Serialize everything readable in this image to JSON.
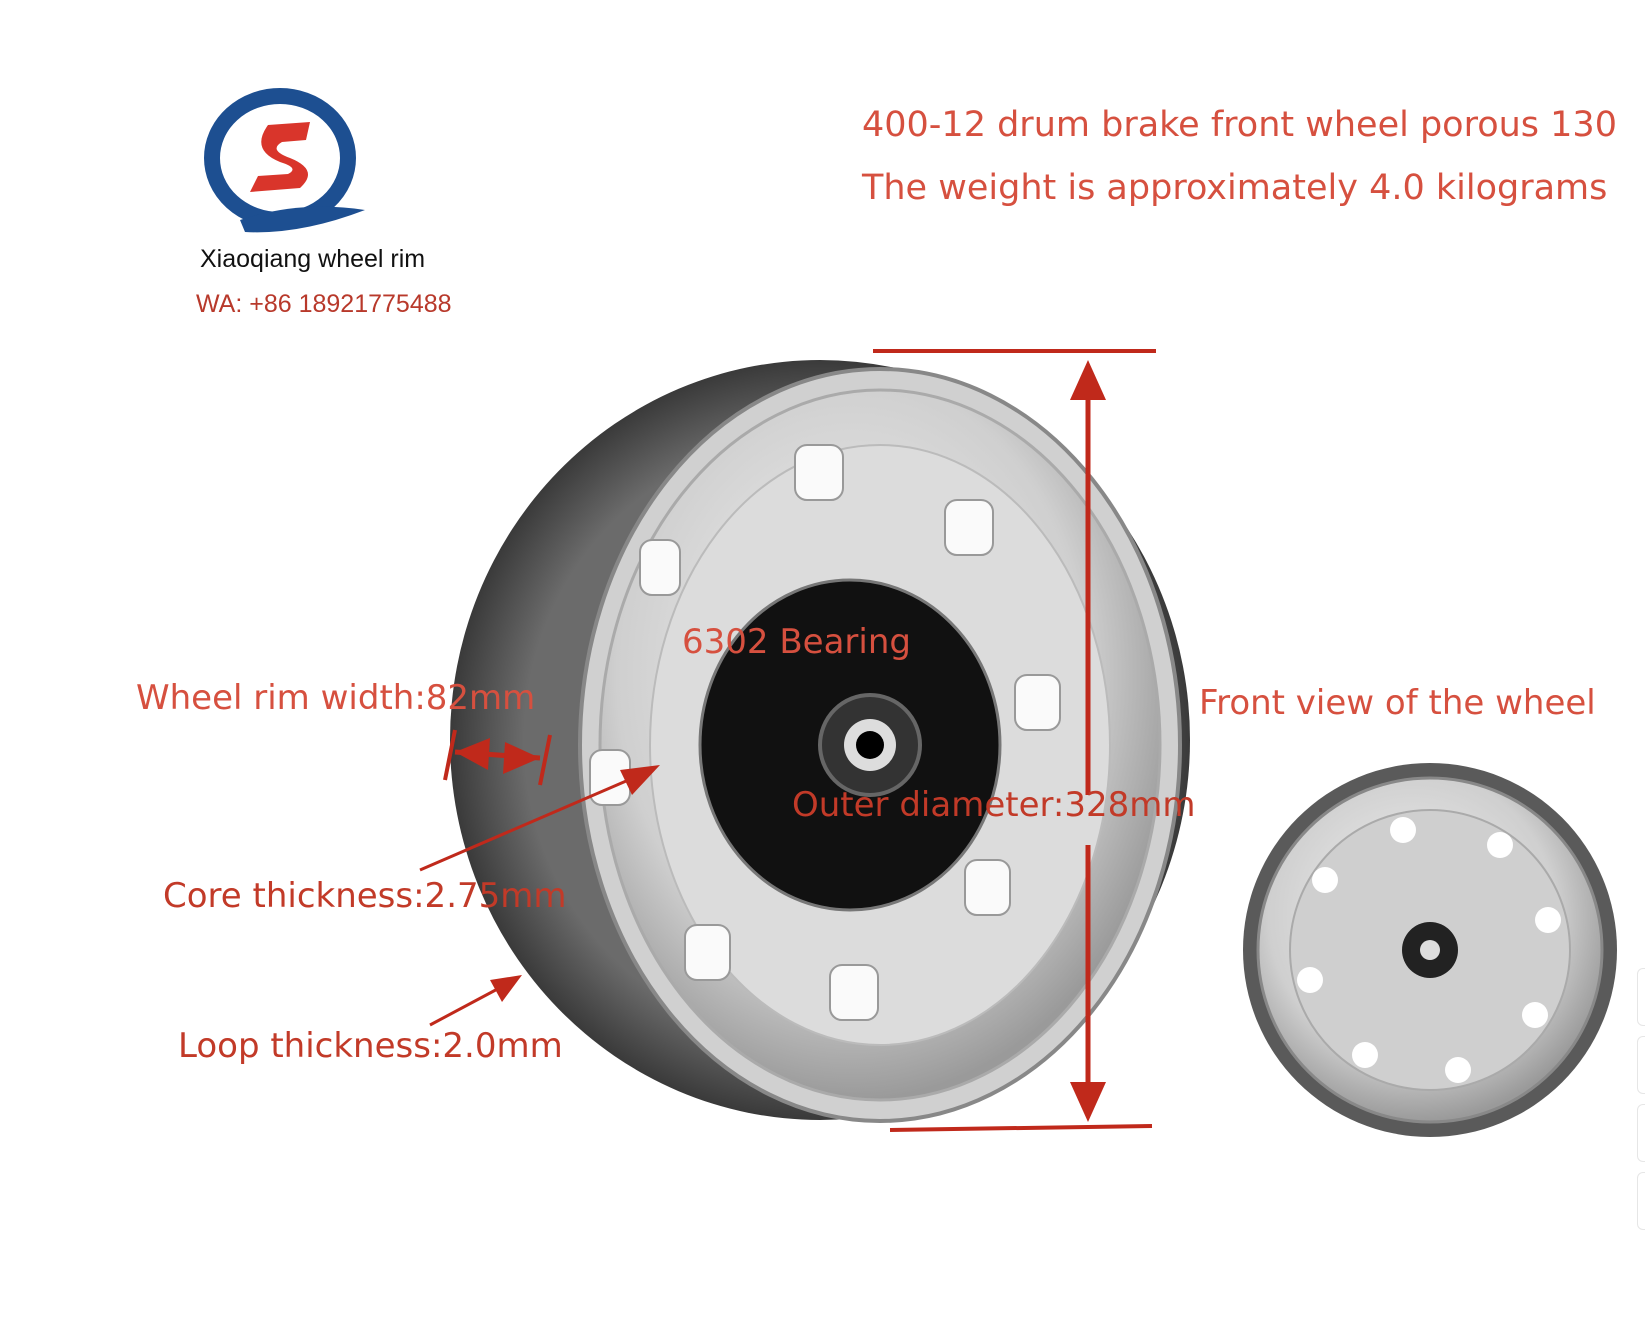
{
  "brand": {
    "logo_letters": "SQ",
    "name": "Xiaoqiang wheel rim",
    "contact": "WA:  +86 18921775488"
  },
  "header": {
    "line1": "400-12 drum brake front wheel porous 130",
    "line2": "The weight is approximately 4.0 kilograms"
  },
  "annotations": {
    "bearing": "6302 Bearing",
    "rim_width": "Wheel rim width:82mm",
    "front_view": "Front view of the wheel",
    "outer_diameter": "Outer diameter:328mm",
    "core_thickness": "Core thickness:2.75mm",
    "loop_thickness": "Loop thickness:2.0mm"
  },
  "colors": {
    "annotation_red": "#c23a28",
    "logo_blue": "#1d4f91",
    "logo_red": "#d9352b"
  }
}
